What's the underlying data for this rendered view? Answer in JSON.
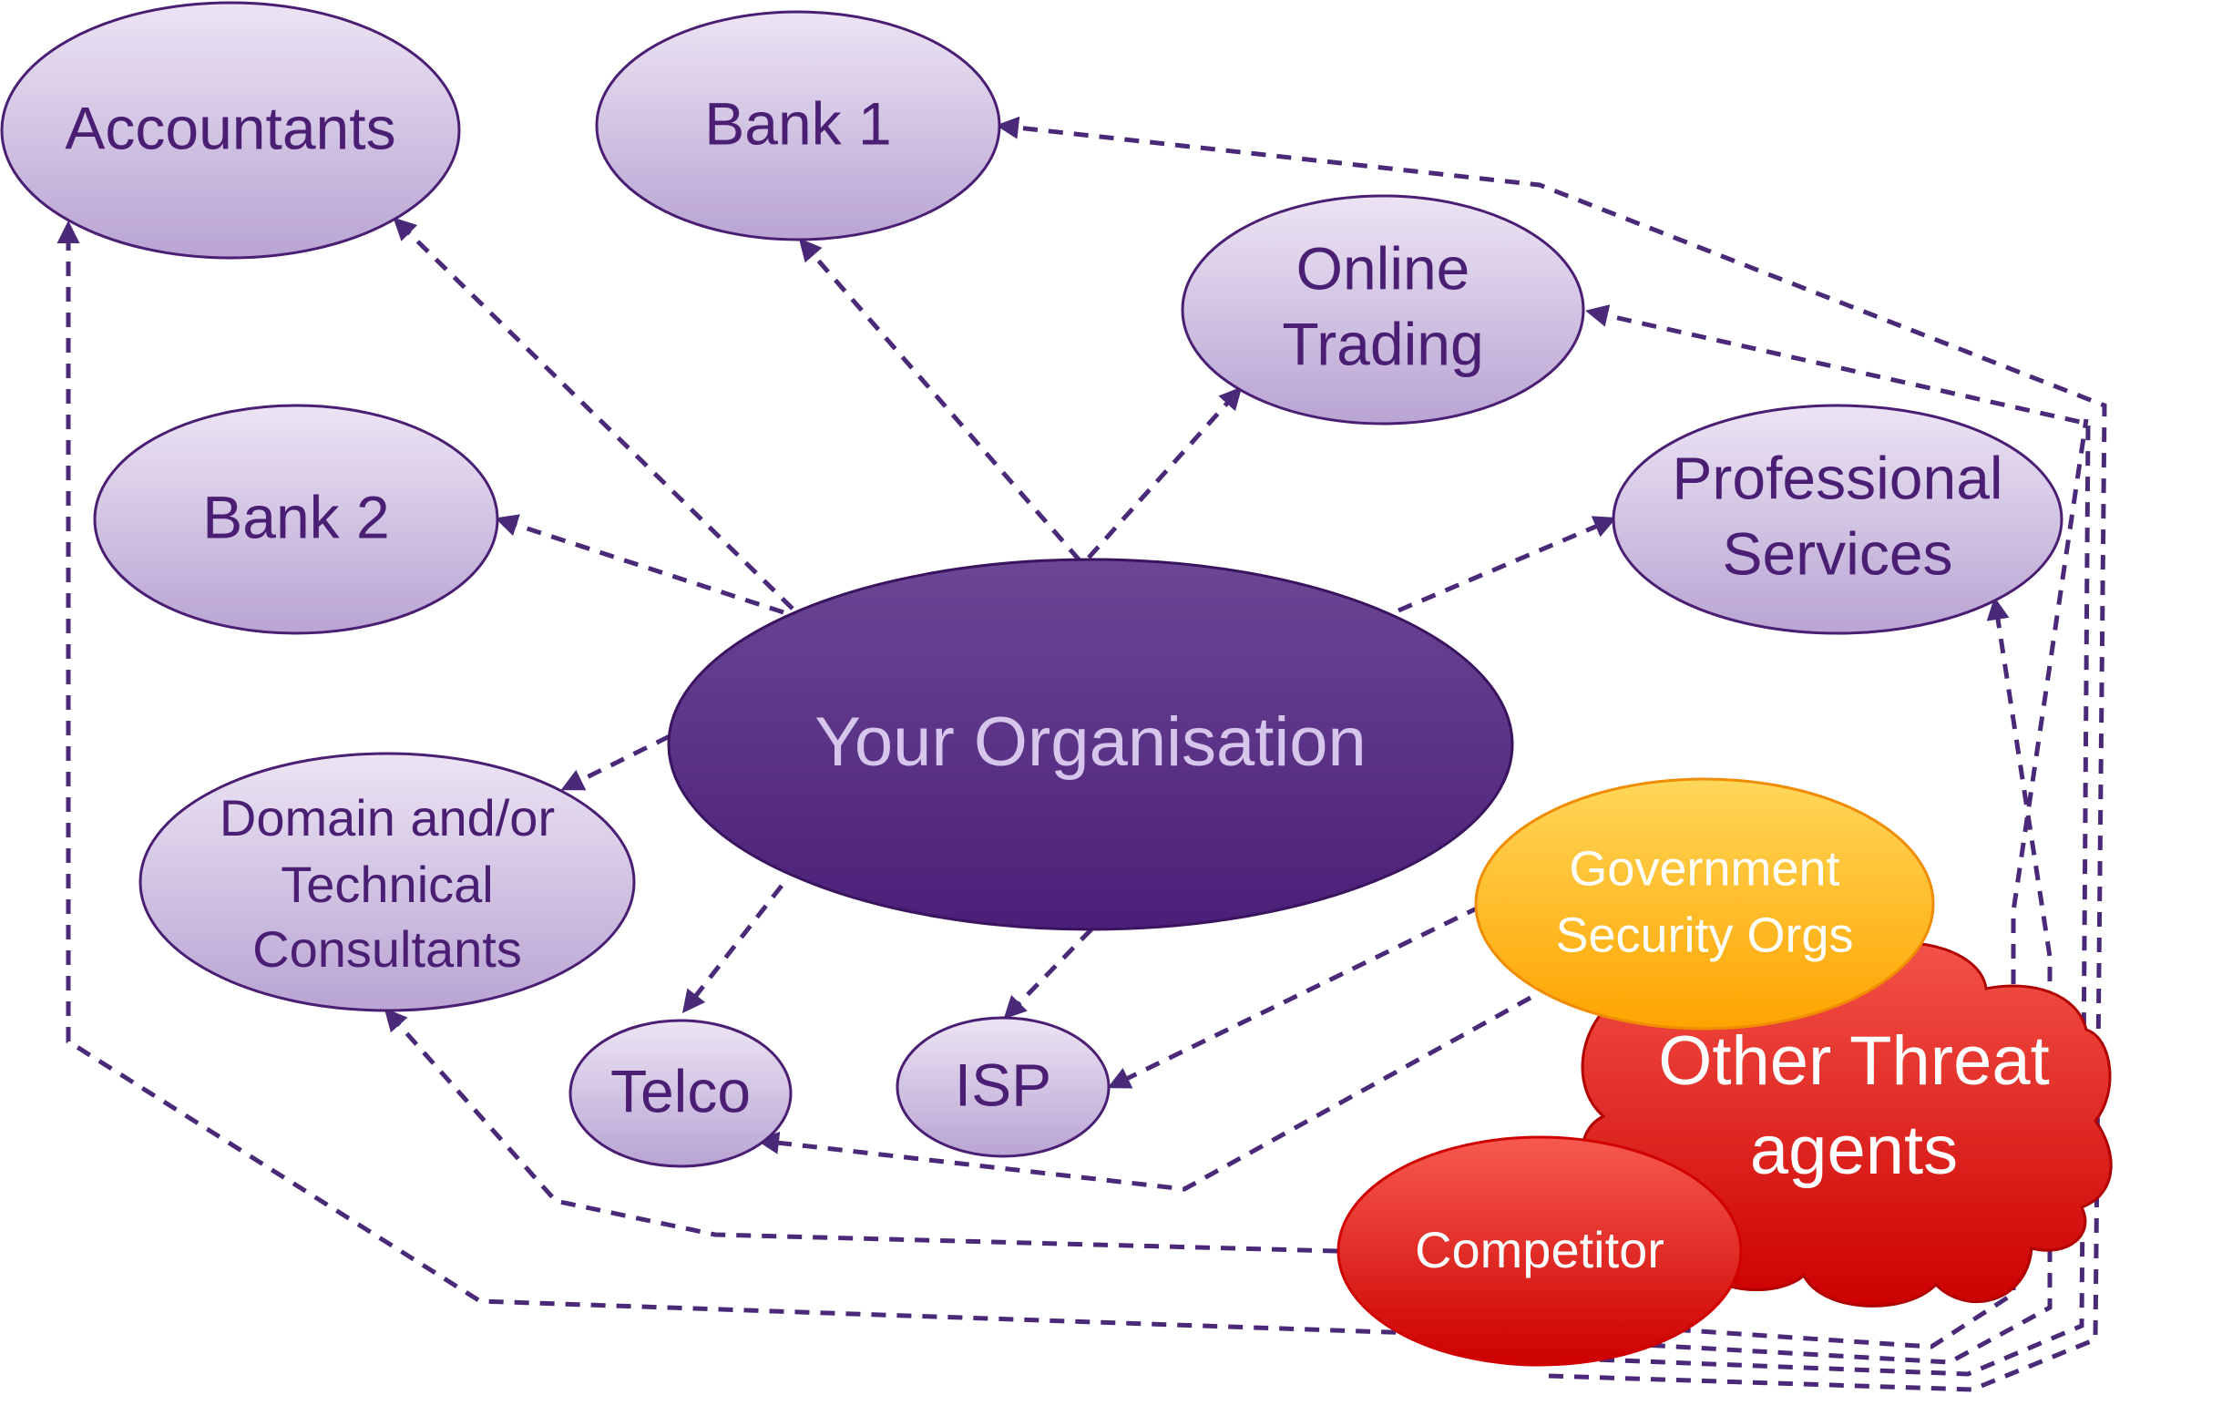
{
  "diagram": {
    "center": {
      "label": "Your Organisation"
    },
    "partners": {
      "accountants": {
        "label": "Accountants"
      },
      "bank1": {
        "label": "Bank 1"
      },
      "online_trading": {
        "line1": "Online",
        "line2": "Trading"
      },
      "bank2": {
        "label": "Bank 2"
      },
      "professional_services": {
        "line1": "Professional",
        "line2": "Services"
      },
      "domain_consultants": {
        "line1a": "Domain",
        "line1b": "and/or",
        "line2": "Technical",
        "line3": "Consultants"
      },
      "telco": {
        "label": "Telco"
      },
      "isp": {
        "label": "ISP"
      }
    },
    "threats": {
      "government": {
        "line1": "Government",
        "line2": "Security Orgs"
      },
      "other": {
        "line1": "Other Threat",
        "line2": "agents"
      },
      "competitor": {
        "label": "Competitor"
      }
    },
    "colors": {
      "partner_fill_top": "#ece4f4",
      "partner_fill_bottom": "#b9a4d3",
      "partner_stroke": "#4a1f73",
      "center_fill_top": "#6b4795",
      "center_fill_bottom": "#4b1f78",
      "government_fill_top": "#ffd75a",
      "government_fill_bottom": "#ffa400",
      "threat_fill_top": "#f75a4f",
      "threat_fill_bottom": "#cc0000",
      "link_stroke": "#4a2a78"
    }
  }
}
